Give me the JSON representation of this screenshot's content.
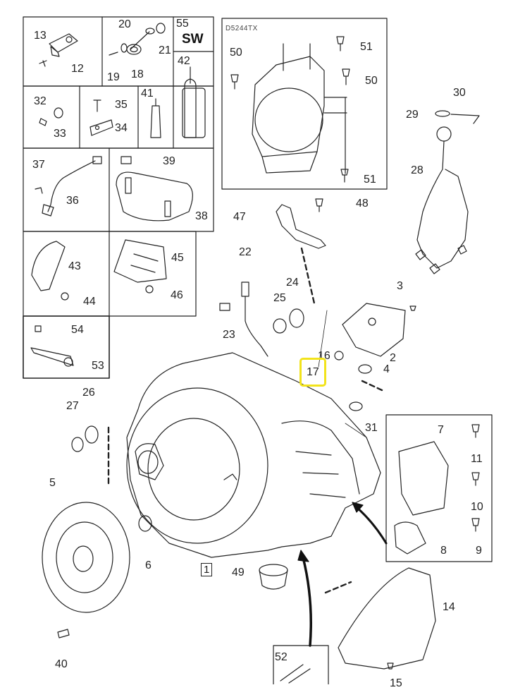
{
  "diagram": {
    "engine_code": "D5244TX",
    "sw_code": "SW",
    "highlighted_part": "17",
    "callouts": {
      "c1": "1",
      "c2": "2",
      "c3": "3",
      "c4": "4",
      "c5": "5",
      "c6": "6",
      "c7": "7",
      "c8": "8",
      "c9": "9",
      "c10": "10",
      "c11": "11",
      "c12": "12",
      "c13": "13",
      "c14": "14",
      "c15": "15",
      "c16": "16",
      "c17": "17",
      "c18": "18",
      "c19": "19",
      "c20": "20",
      "c21": "21",
      "c22": "22",
      "c23": "23",
      "c24": "24",
      "c25": "25",
      "c26": "26",
      "c27": "27",
      "c28": "28",
      "c29": "29",
      "c30": "30",
      "c31": "31",
      "c32": "32",
      "c33": "33",
      "c34": "34",
      "c35": "35",
      "c36": "36",
      "c37": "37",
      "c38": "38",
      "c39": "39",
      "c40": "40",
      "c41": "41",
      "c42": "42",
      "c43": "43",
      "c44": "44",
      "c45": "45",
      "c46": "46",
      "c47": "47",
      "c48": "48",
      "c49": "49",
      "c50a": "50",
      "c50b": "50",
      "c51a": "51",
      "c51b": "51",
      "c52": "52",
      "c53": "53",
      "c54": "54",
      "c55": "55"
    }
  }
}
